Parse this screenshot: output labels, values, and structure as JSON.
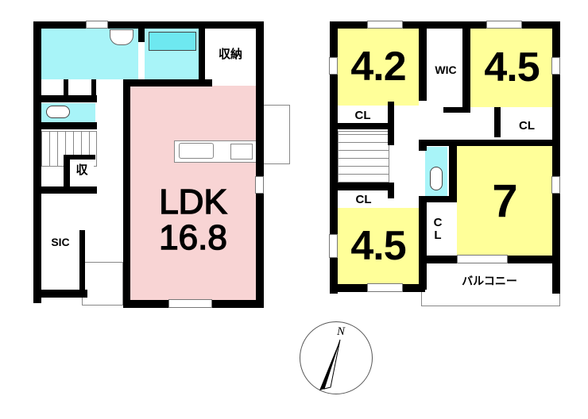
{
  "floor1": {
    "ldk_label": "LDK",
    "ldk_size": "16.8",
    "storage_label": "収納",
    "small_storage_label": "収",
    "sic_label": "SIC"
  },
  "floor2": {
    "room_nw_size": "4.2",
    "room_ne_size": "4.5",
    "room_sw_size": "4.5",
    "room_se_size": "7",
    "wic_label": "WIC",
    "closet_label": "CL",
    "closet_vertical_c": "C",
    "closet_vertical_l": "L",
    "balcony_label": "バルコニー"
  },
  "compass": {
    "north_label": "N"
  },
  "colors": {
    "bedroom": "#ffff99",
    "wet_area": "#a8f4f8",
    "ldk": "#f8d4d4"
  }
}
